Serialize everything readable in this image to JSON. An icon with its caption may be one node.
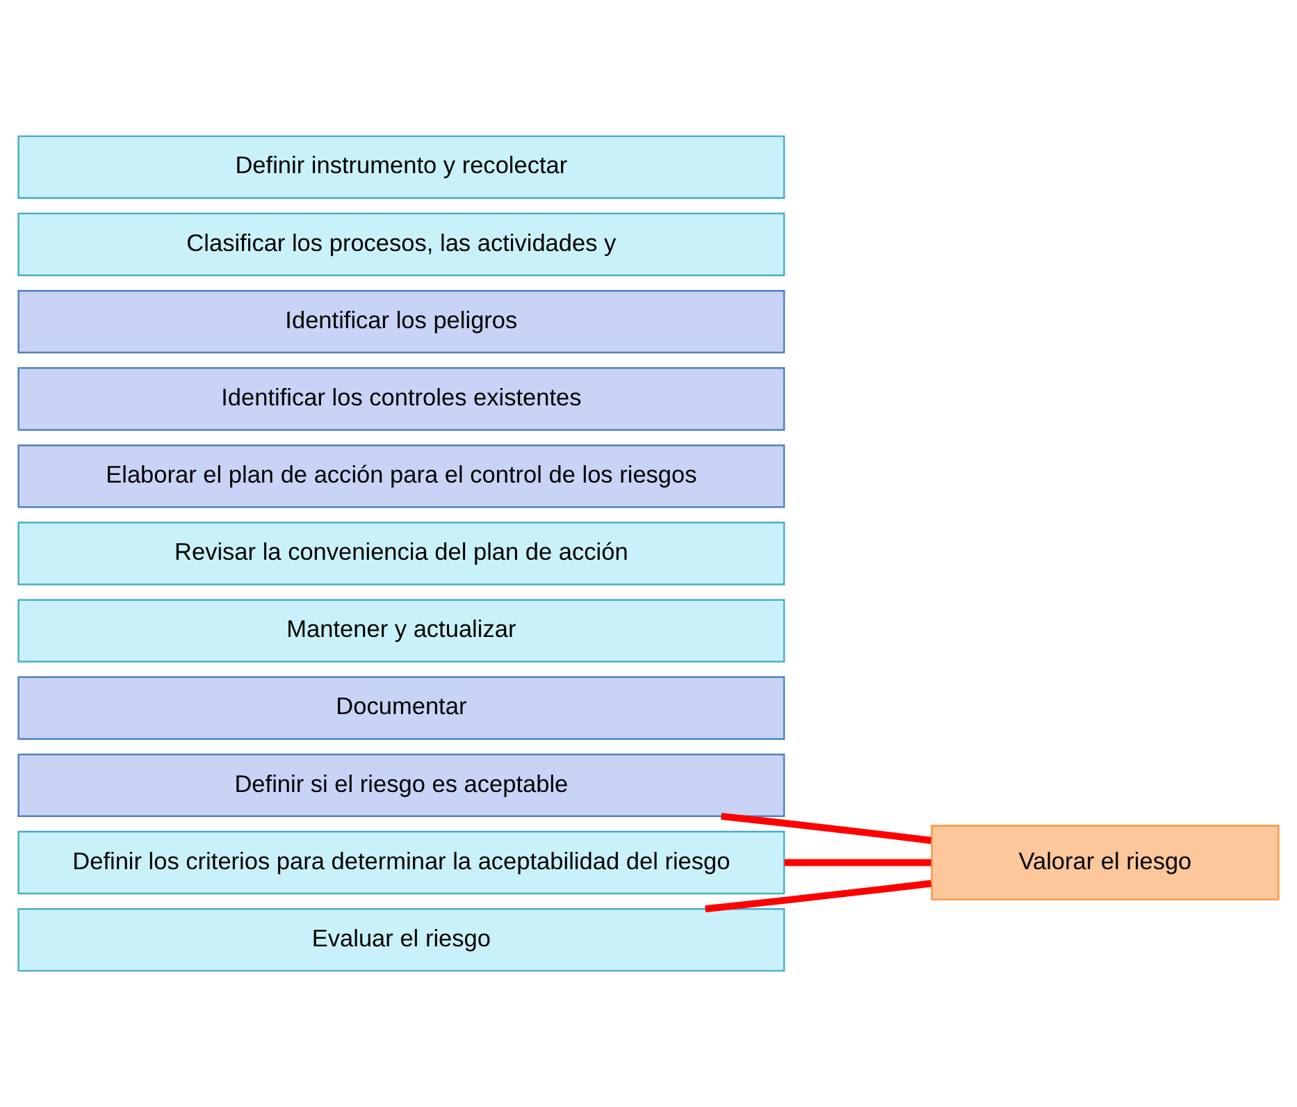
{
  "diagram": {
    "nodes": [
      {
        "text": [
          "Definir instrumento y recolectar"
        ]
      },
      {
        "text": [
          "Clasificar los procesos, las actividades y"
        ]
      },
      {
        "text": [
          "Identificar los peligros"
        ]
      },
      {
        "text": [
          "Identificar los controles existentes"
        ]
      },
      {
        "text": [
          "Evaluar el riesgo"
        ]
      },
      {
        "text": [
          "Definir los criterios para determinar la aceptabilidad del riesgo"
        ]
      },
      {
        "text": [
          "Definir si el riesgo es aceptable"
        ]
      },
      {
        "text": [
          "Elaborar el plan de acción para el control de los riesgos"
        ]
      },
      {
        "text": [
          "Revisar la conveniencia del plan de acción"
        ]
      },
      {
        "text": [
          "Mantener y actualizar"
        ]
      },
      {
        "text": [
          "Documentar"
        ]
      },
      {
        "text": [
          "Valorar el riesgo"
        ]
      }
    ],
    "edges": [
      {
        "from": 4,
        "to": 11,
        "arrow": "none"
      },
      {
        "from": 5,
        "to": 11,
        "arrow": "none"
      },
      {
        "from": 6,
        "to": 11,
        "arrow": "none"
      }
    ]
  }
}
